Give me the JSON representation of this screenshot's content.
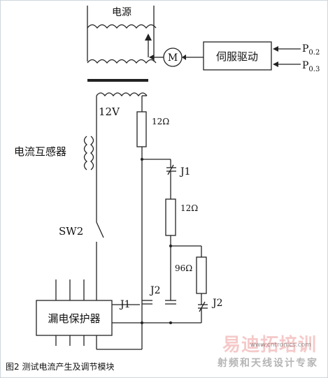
{
  "diagram": {
    "labels": {
      "power": "电源",
      "servo": "伺服驱动",
      "motor": "M",
      "p1": "P",
      "p1_sub": "0.2",
      "p2": "P",
      "p2_sub": "0.3",
      "voltage": "12V",
      "r1": "12Ω",
      "r2": "12Ω",
      "r3": "96Ω",
      "ct": "电流互感器",
      "sw": "SW2",
      "leak": "漏电保护器",
      "j1_top": "J1",
      "j1_bottom": "J1",
      "j2_left": "J2",
      "j2_right": "J2"
    },
    "caption": "图2 测试电流产生及调节模块"
  },
  "watermark": {
    "title": "易迪拓培训",
    "subtitle": "射频和天线设计专家",
    "url": "www.cntronics.com"
  }
}
